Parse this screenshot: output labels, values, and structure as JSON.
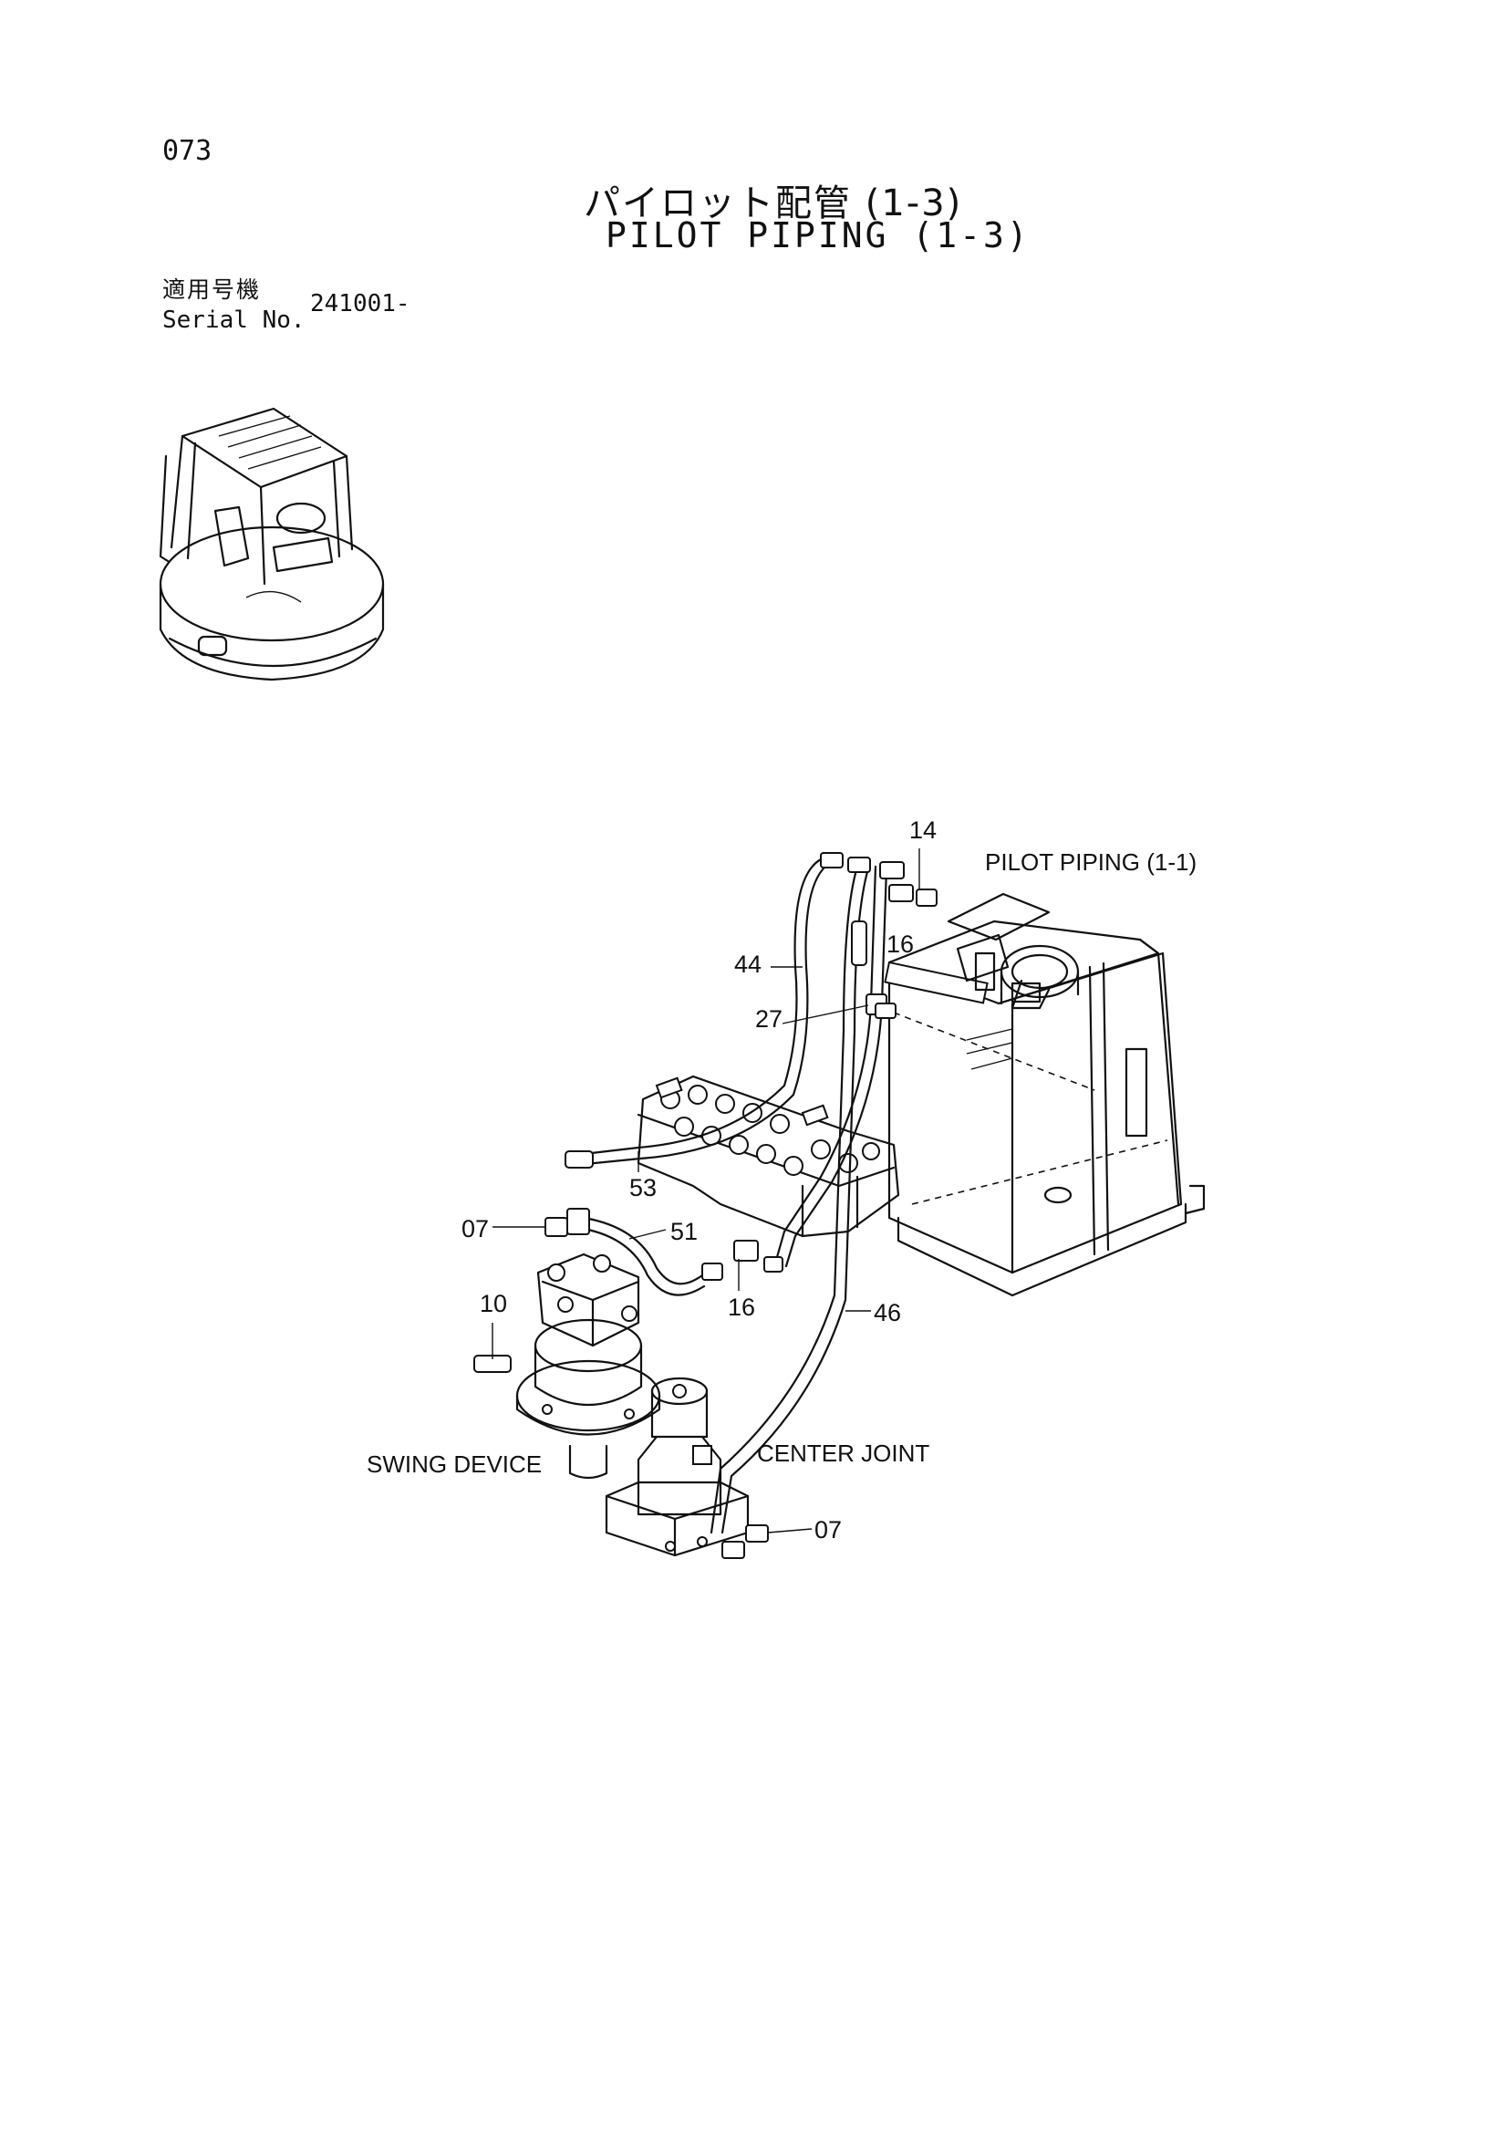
{
  "page": {
    "number": "073",
    "title_jp": "パイロット配管 (1-3)",
    "title_en": "PILOT PIPING (1-3)",
    "serial_label_jp": "適用号機",
    "serial_label_en": "Serial No.",
    "serial_value": "241001-"
  },
  "callouts": {
    "c14": "14",
    "c16a": "16",
    "c44": "44",
    "c27": "27",
    "c53": "53",
    "c07a": "07",
    "c51": "51",
    "c16b": "16",
    "c10": "10",
    "c46": "46",
    "c07b": "07"
  },
  "labels": {
    "pilot_ref": "PILOT PIPING (1-1)",
    "swing_device": "SWING DEVICE",
    "center_joint": "CENTER JOINT"
  }
}
